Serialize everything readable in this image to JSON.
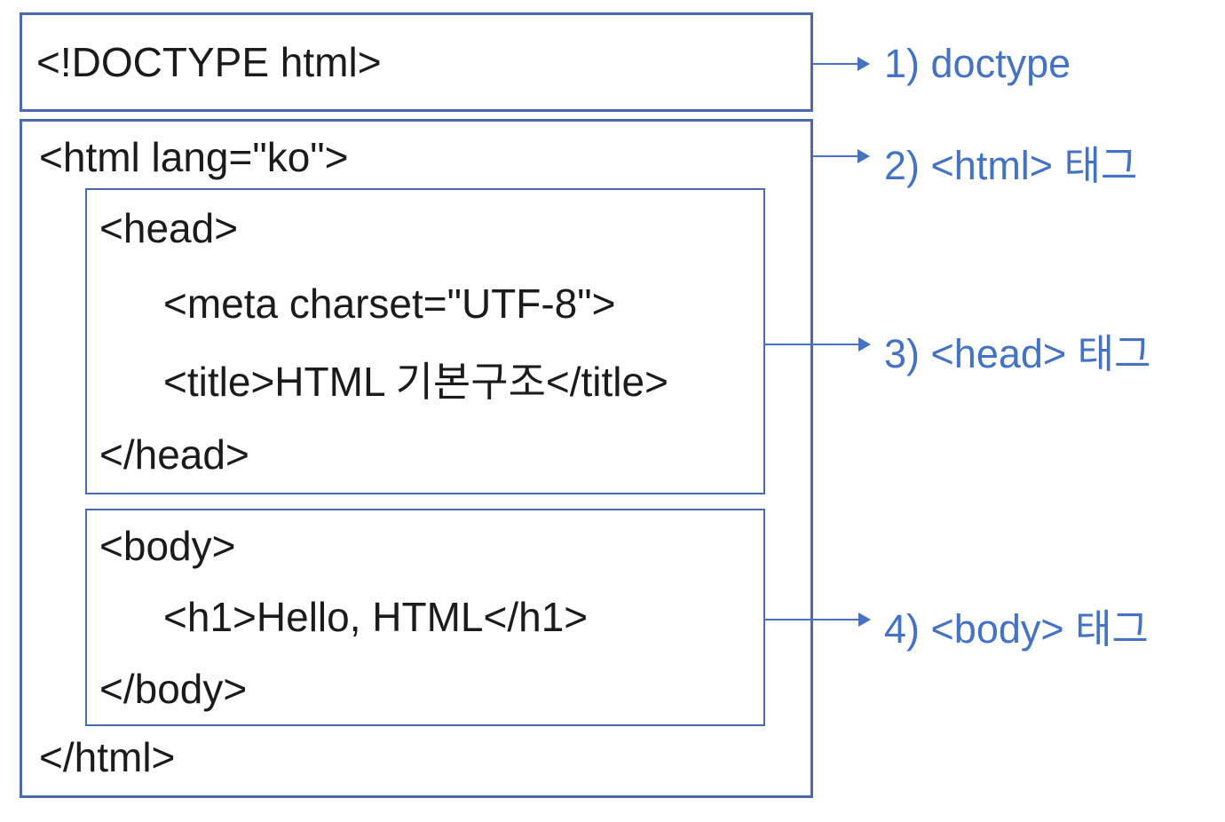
{
  "colors": {
    "bg": "#ffffff",
    "border": "#4a6aad",
    "accent": "#4472c4",
    "code": "#1b1b1b"
  },
  "diagram": {
    "doctype_box": {
      "code": "<!DOCTYPE html>"
    },
    "html_box": {
      "open": "<html lang=\"ko\">",
      "close": "</html>"
    },
    "head_box": {
      "open": "<head>",
      "meta": "<meta charset=\"UTF-8\">",
      "title": "<title>HTML 기본구조</title>",
      "close": "</head>"
    },
    "body_box": {
      "open": "<body>",
      "h1": "<h1>Hello, HTML</h1>",
      "close": "</body>"
    },
    "labels": [
      "1) doctype",
      "2) <html> 태그",
      "3) <head> 태그",
      "4) <body> 태그"
    ]
  }
}
